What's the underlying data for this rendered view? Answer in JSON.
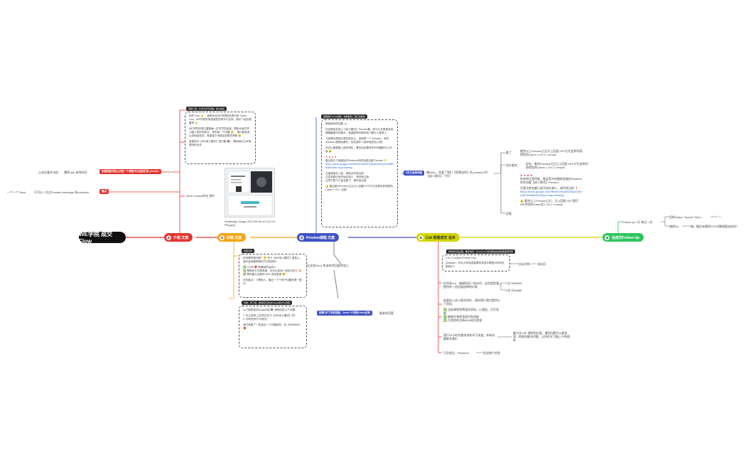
{
  "root": {
    "label": "WE学院 成交 Flow"
  },
  "branches": {
    "b1": {
      "num": "①",
      "label": "介绍 文案",
      "color": "#e3342f"
    },
    "b2": {
      "num": "②",
      "label": "问题 文案",
      "color": "#f4a416"
    },
    "b3": {
      "num": "③",
      "label": "Preview课程 文案",
      "color": "#3f51c5"
    },
    "b4": {
      "num": "④",
      "label": "Call 感谢成交 话术",
      "color": "#d4d400"
    },
    "b5": {
      "num": "⑤",
      "label": "没成交Follow Up",
      "color": "#2cc55c"
    }
  },
  "left": {
    "row1_a": "让成交事半功倍",
    "row1_b": "懂得 ask 老师的问",
    "row1_tag": "依据回复问卷上问答一个感谢卡片给他们去 preview",
    "row2_a": "一个一个 Send",
    "row2_b": "不可以一次过Forward message 给customer",
    "row2_tag": "重点",
    "send_card": "Send Carenk的名 图片"
  },
  "intro_box": {
    "caption": "自我介绍，让对方对于接触，建立信任",
    "p1": "你好 xxxx 👋 ，我是来自WE学院的负责分析 Caren Low，WE学院非常感谢您的填写与支持，我们一起去看看吧 🙏",
    "p2": "WE学院非常注重跟每一位学员的连接，帮助大家在学习路上更好地成长，你的每一个问题 🙂 ，我们都会很认真地回答您，希望接下来能给您更多帮助 😊",
    "p3": "感谢您对【WE成人模式】感兴趣 📚 ，期待我们之间有更好的合作"
  },
  "image_caption": "WhatsApp Image 2022-09-06 at 3.22.14 PM.jpeg",
  "problem_box1": {
    "caption": "问题分析",
    "p1": "你有哪些疑问呢？🤔 关于【WE成人模式】请放心，我们会用最简单的方式回答你：",
    "c1": "✅ 2小时 ❤️ 零基础学会成人",
    "c2": "✅ 帮助你打开新思路，也可以找到一起前行的人 🔥",
    "c3": "✅ 帮你建立全新的 80% 成功思维 🧡",
    "p2": "分析盘点：了解他人，通过一个个例子问题来提一提问"
  },
  "problem_box2": {
    "caption": "对他，学了他，发现自己的对Preview有什么问题",
    "p1": "为了能帮到你Support您 📚 请你回答以下问题：",
    "p2": "1. 你之前有上过/听过关于【WE成人模式】吗？",
    "p3": "2. 你有没有什么想法？",
    "p4": "我们准备了一些适合一个问题给你，你【RM8888】 🎁"
  },
  "preview_box": {
    "caption": "课程跟Preview视频，你能做到，我们也做到",
    "p1": "很感谢你的回复 🙏",
    "p2": "在这里给你送上【成人模式】Preview集，你可以在里面找到课程最精华的部分，希望能帮你更好地了解什么是成人。",
    "p3": "【如果你想成为更好的自己，这就是一个 Solution，现在 Solution 都是免费的，也欢迎你一起体验这份心意】",
    "p4": "你可以慢慢看上面的资料，看完后如果有任何问题都可以问我 😊",
    "stars": "★ ★ ★ ★",
    "p5": "重点提示下面链接中Redeem你的免费名额 Preview 👇",
    "url": "https://drive.google.com/file/d/1Hi9a9DZ6ybcn0HxQhGtJf6Bsck0/View?usp=sharing",
    "p6": "注册链接在上面，请务必尽快注册",
    "p7": "注意名额已经开始在减少，请尽快注册",
    "p8": "注意只剩下少量名额了，请尽快注册",
    "p9": "⚠️ 重点提示Preview之后马上回复'YES'它们会帮你获得您的Caren 1 On 1 名额"
  },
  "preview_side": {
    "left_text": "在这里Send 发送给你回复的信心",
    "btn": "如果1天了没有回复，Send 1个回你Video过来",
    "btn_right": "要来发回复"
  },
  "after_preview": {
    "tag": "3天之后询问看",
    "text": "嗨Hello，你看了我们【免费送你】的 preview 吗？【成人模式】了吗？",
    "watched_label": "看了",
    "watched_text": "看完以上Preview之后马上回复'YES'它们会帮你获得您的Caren 1 On 1 Consult",
    "notyet_label": "还在看完",
    "notyet_text": "好的，看完Preview之后马上回复'YES'它们会帮你获得您的Caren 1 On 1 Consult",
    "none_label": "没看",
    "none_stars": "★ ★ ★ ★",
    "none_text": "你来得正是时候，看这里为你重新准备好Redeem 你的名额【成人模式】Preview",
    "none_text2": "注意注册名额已经开始在减少，请尽快注册 ❗",
    "none_url": "https://drive.google.com/file/d/1Hi9a9DZ6ybcn0HxQhGtJf6Bsck0/View?usp=sharing",
    "none_note": "⚠️ 看完以上Preview之后，马上回复'YES'我们WE学院的Caren在1 On 1 Consult"
  },
  "call_section": {
    "caption": "成功的开发过程，要多询问，让Customer知道你站在他的角度想问题",
    "c1": "1 to 1 Consult (Phone Call)",
    "c2": "Question：你认为学成成熟跟学成成长哪里对你来说更吸引？",
    "c2_right": "告诉对你一个【成长】",
    "price_intro": "好消息xxx，感谢您选了成交的，这些就是我提供你一些优惠选择的价格",
    "price1": "1位 RM5999",
    "price2": "2位 RM4888",
    "benefit_head": "恭喜加入成人模式的你，请你帮忙我们提供以下资料：",
    "b1": "✅ 全部课程免费相关资料，心理层，打开思路",
    "b2": "✅ 能够在课程里面问到讲座",
    "b3": "✅ 打造你的全新80%成功思维",
    "follow_a": "我们24小时内跟进你的学习进度，如有问题联系我们",
    "follow_a_right": "最大化 WE 课程的价值，遇到问题可以联系我，帮助你解决问题，让你在学习路上不再孤单",
    "pay_a": "引导成交，Payment",
    "pay_b": "发送账户信息"
  },
  "follow_up": {
    "label": "Follow Up 7天 每天一次",
    "q1": "回馈Video / Screen Short",
    "q1_suffix": "？？",
    "q2": "课程No",
    "q2_right": "嗨，最近有遇到什么问题想要咨询吗？"
  }
}
